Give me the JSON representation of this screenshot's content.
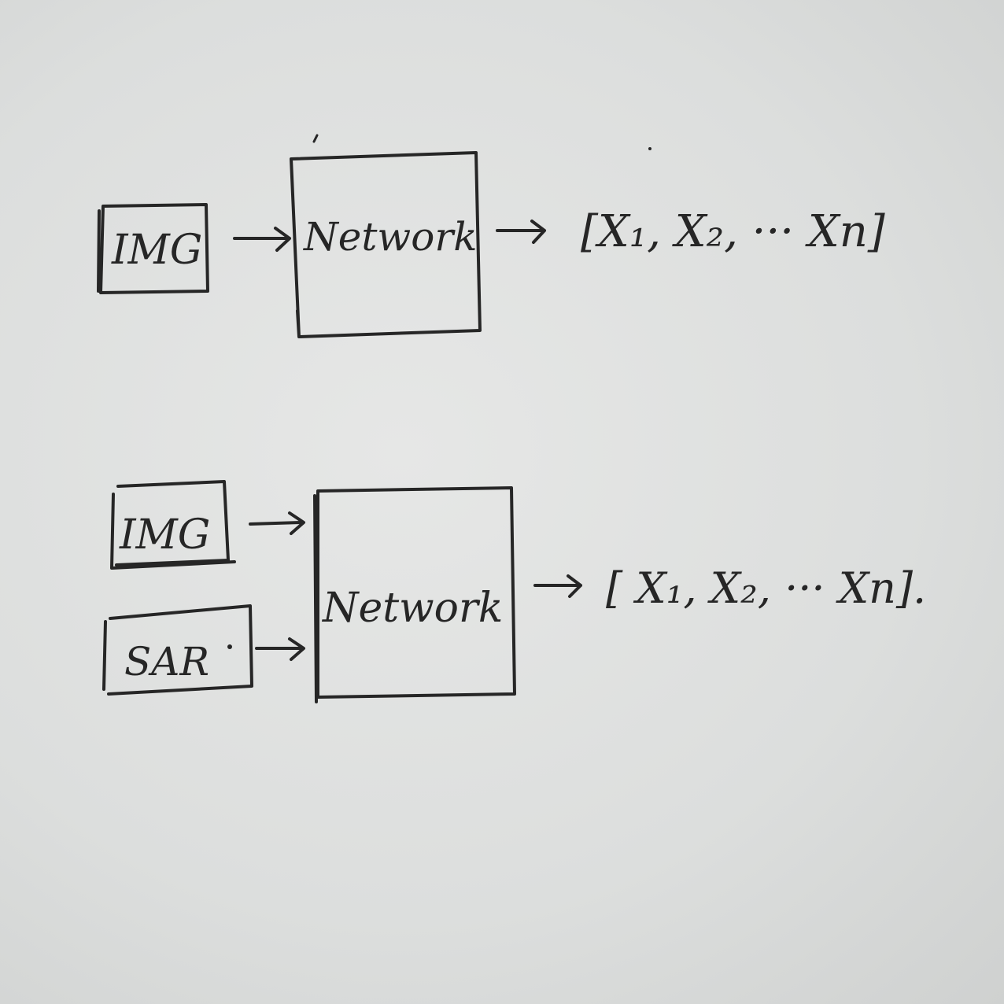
{
  "diagram_top": {
    "input_label": "IMG",
    "network_label": "Network",
    "output_label": "[X₁, X₂, ··· Xn]"
  },
  "diagram_bottom": {
    "input_labels": [
      "IMG",
      "SAR"
    ],
    "network_label": "Network",
    "output_label": "[ X₁, X₂, ··· Xn]."
  },
  "colors": {
    "paper": "#dfe1e0",
    "ink": "#262626"
  }
}
